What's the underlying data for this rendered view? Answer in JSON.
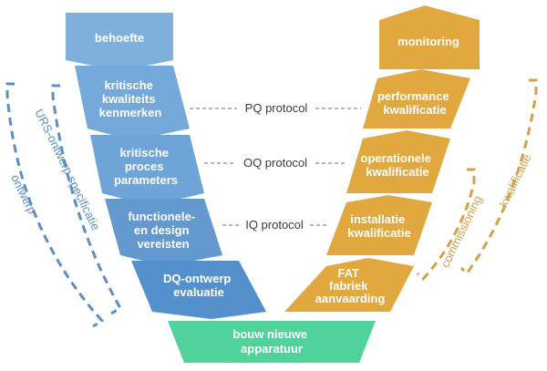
{
  "colors": {
    "blue_light": "#7fb0dc",
    "blue_mid": "#6aa1d6",
    "blue_dark": "#5390cc",
    "orange": "#e1a83f",
    "green": "#4fd39a",
    "side_blue": "#5b8fc4",
    "side_orange": "#d5a048",
    "dash": "#8a8a8a"
  },
  "left": {
    "behoefte": "behoefte",
    "kritische_kwaliteitskenmerken": [
      "kritische",
      "kwaliteits",
      "kenmerken"
    ],
    "kritische_procesparameters": [
      "kritische",
      "proces",
      "parameters"
    ],
    "functionele_design_vereisten": [
      "functionele-",
      "en design",
      "vereisten"
    ],
    "dq_ontwerp_evaluatie": [
      "DQ-ontwerp",
      "evaluatie"
    ]
  },
  "right": {
    "monitoring": "monitoring",
    "performance_kwalificatie": [
      "performance",
      "kwalificatie"
    ],
    "operationele_kwalificatie": [
      "operationele",
      "kwalificatie"
    ],
    "installatie_kwalificatie": [
      "installatie",
      "kwalificatie"
    ],
    "fat_fabriek_aanvaarding": [
      "FAT",
      "fabriek",
      "aanvaarding"
    ]
  },
  "bottom": {
    "bouw_nieuwe_apparatuur": [
      "bouw nieuwe",
      "apparatuur"
    ]
  },
  "protocols": {
    "pq": "PQ protocol",
    "oq": "OQ protocol",
    "iq": "IQ protocol"
  },
  "side_labels": {
    "urs": "URS-ontwerp specificatie",
    "ontwerp": "ontwerp",
    "commissioning": "commissioning",
    "kwalificatie": "kwalificatie"
  }
}
